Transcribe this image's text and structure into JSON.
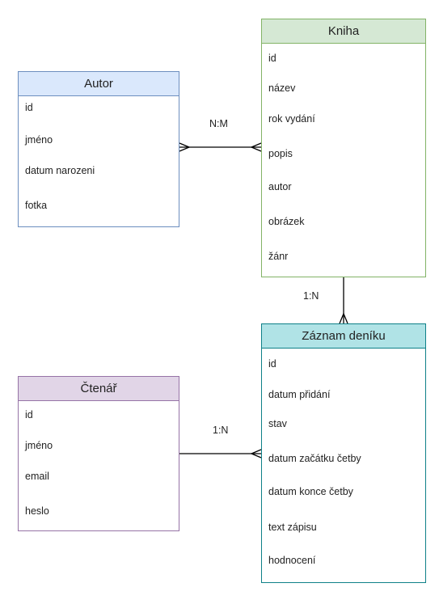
{
  "entities": {
    "autor": {
      "title": "Autor",
      "attributes": [
        "id",
        "jméno",
        "datum narozeni",
        "fotka"
      ]
    },
    "kniha": {
      "title": "Kniha",
      "attributes": [
        "id",
        "název",
        "rok vydání",
        "popis",
        "autor",
        "obrázek",
        "žánr"
      ]
    },
    "zaznam": {
      "title": "Záznam deníku",
      "attributes": [
        "id",
        "datum přidání",
        "stav",
        "datum začátku četby",
        "datum konce četby",
        "text zápisu",
        "hodnocení"
      ]
    },
    "ctenar": {
      "title": "Čtenář",
      "attributes": [
        "id",
        "jméno",
        "email",
        "heslo"
      ]
    }
  },
  "relationships": {
    "autor_kniha": {
      "label": "N:M"
    },
    "kniha_zaznam": {
      "label": "1:N"
    },
    "ctenar_zaznam": {
      "label": "1:N"
    }
  },
  "colors": {
    "autor_fill": "#dae8fc",
    "autor_stroke": "#6c8ebf",
    "kniha_fill": "#d5e8d4",
    "kniha_stroke": "#82b366",
    "zaznam_fill": "#b0e3e6",
    "zaznam_stroke": "#0e8088",
    "ctenar_fill": "#e1d5e7",
    "ctenar_stroke": "#9673a6",
    "edge": "#000000"
  }
}
